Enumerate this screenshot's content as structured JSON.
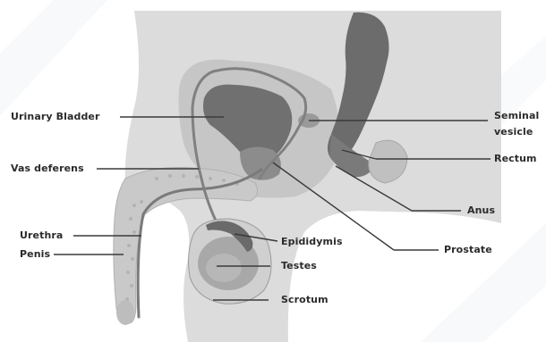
{
  "labels": {
    "urinary_bladder": "Urinary Bladder",
    "vas_deferens": "Vas deferens",
    "urethra": "Urethra",
    "penis": "Penis",
    "seminal_vesicle_line1": "Seminal",
    "seminal_vesicle_line2": "vesicle",
    "rectum": "Rectum",
    "anus": "Anus",
    "prostate": "Prostate",
    "epididymis": "Epididymis",
    "testes": "Testes",
    "scrotum": "Scrotum"
  },
  "colors": {
    "background": "#ffffff",
    "body_light": "#dcdcdc",
    "body_mid": "#c4c4c4",
    "organ_dark": "#707070",
    "organ_darker": "#5a5a5a",
    "outline": "#8a8a8a",
    "leader_line": "#3a3a3a",
    "label_text": "#2b2b2b"
  }
}
